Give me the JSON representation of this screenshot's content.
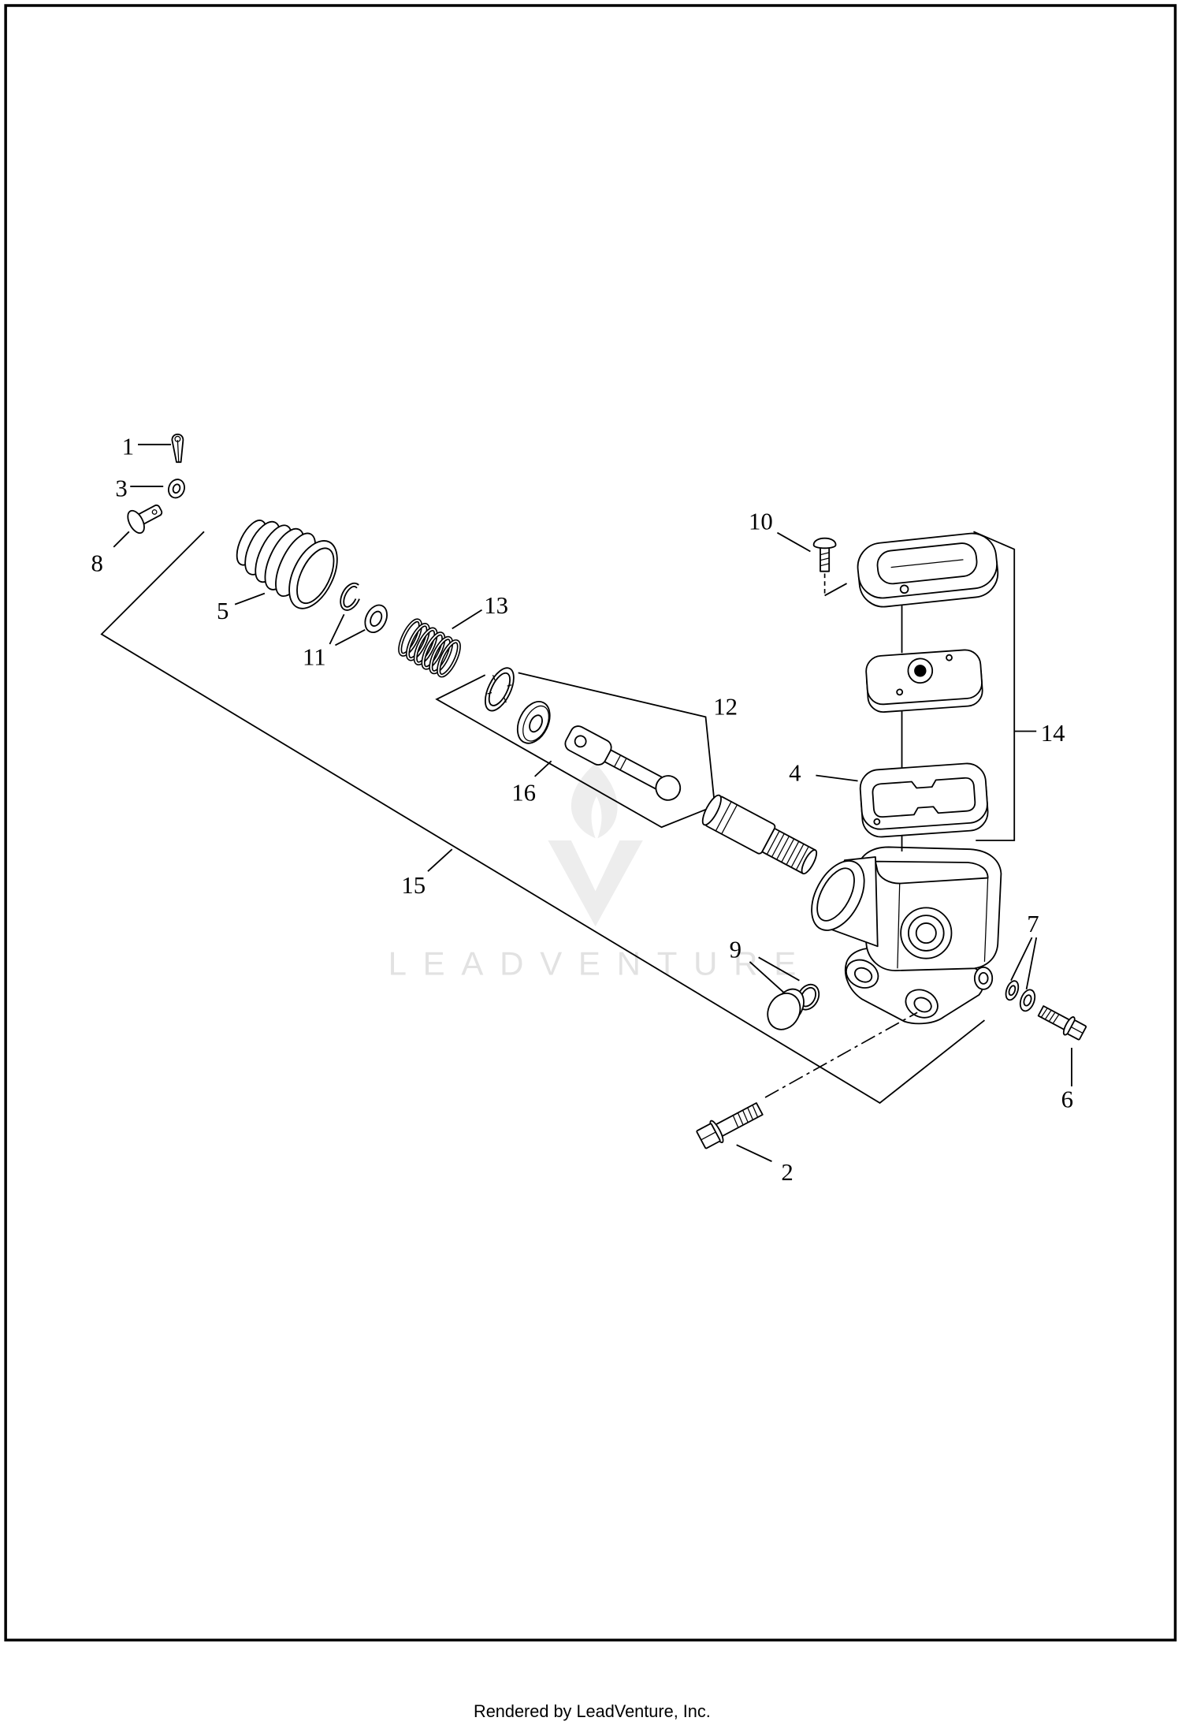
{
  "diagram": {
    "callouts": {
      "n1": "1",
      "n2": "2",
      "n3": "3",
      "n4": "4",
      "n5": "5",
      "n6": "6",
      "n7": "7",
      "n8": "8",
      "n9": "9",
      "n10": "10",
      "n11": "11",
      "n12": "12",
      "n13": "13",
      "n14": "14",
      "n15": "15",
      "n16": "16"
    }
  },
  "watermark": {
    "text": "LEADVENTURE"
  },
  "footer": {
    "text": "Rendered by LeadVenture, Inc."
  },
  "colors": {
    "line": "#000000",
    "background": "#ffffff",
    "watermark": "#e2e2e2"
  }
}
